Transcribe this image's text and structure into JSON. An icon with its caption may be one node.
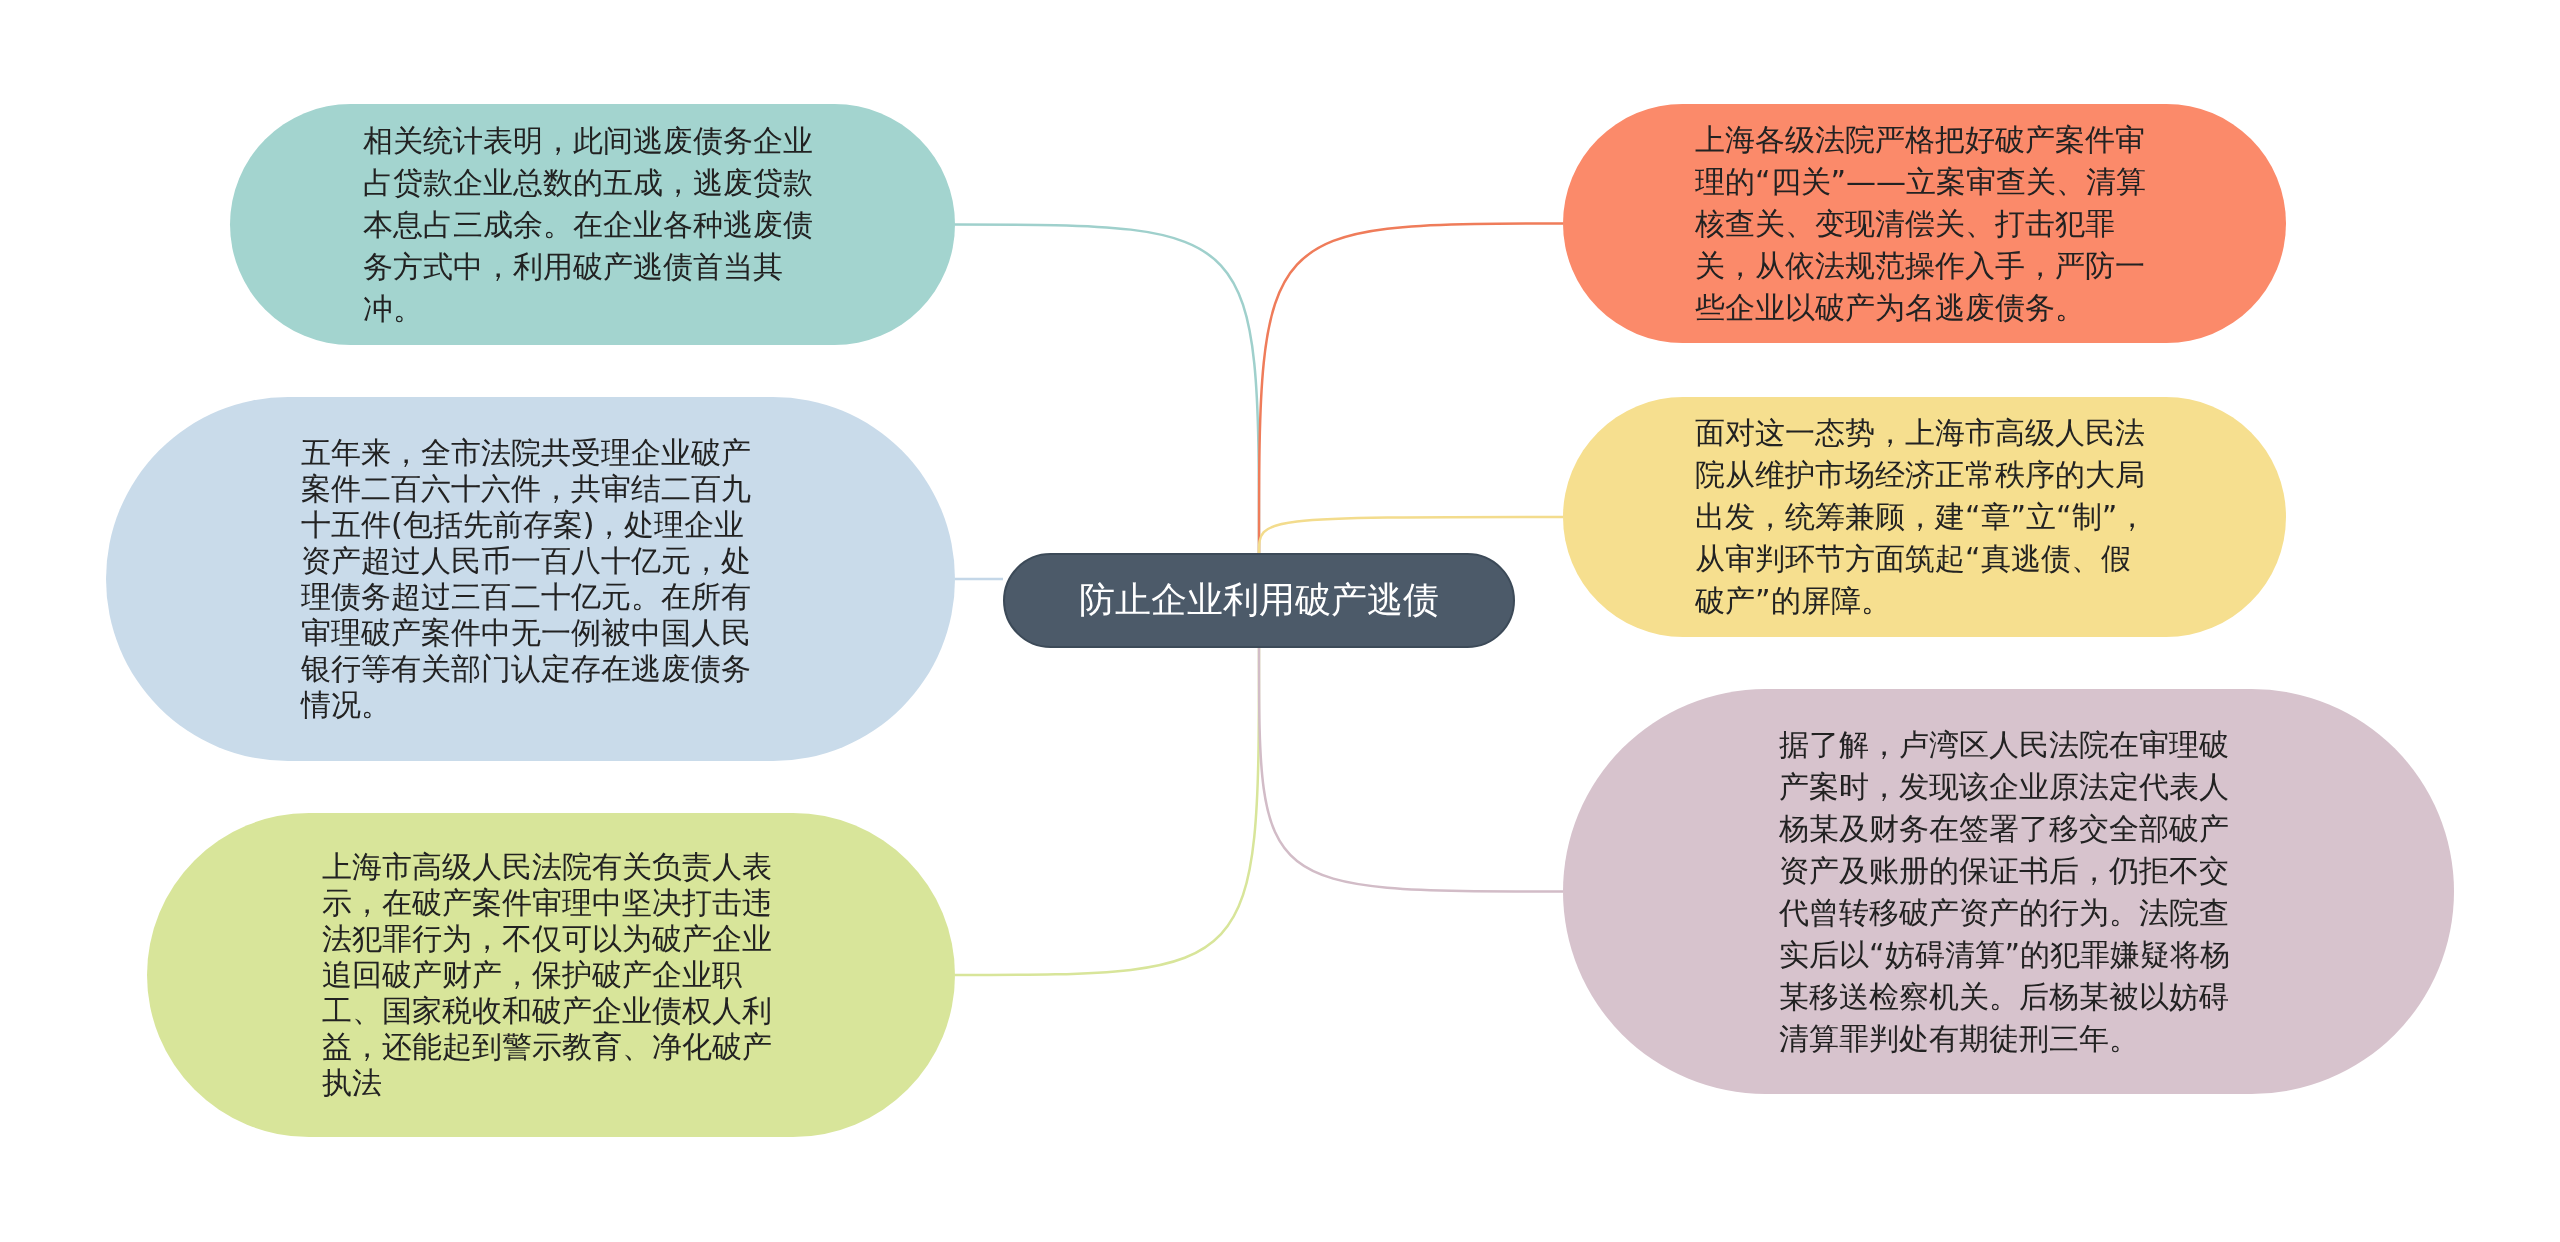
{
  "diagram": {
    "nodes": [
      {
        "text": [
          "防止企业利用破产逃债"
        ]
      },
      {
        "text": [
          "相关统计表明，此间逃废债务企业占贷款企业总数的五成，逃废贷款本息占三成余。在企业各种逃废债务方式中，利用破产逃债首当其冲。"
        ]
      },
      {
        "text": [
          "五年来，全市法院共受理企业破产案件二百六十六件，共审结二百九十五件(包括先前存案)，处理企业资产超过人民币一百八十亿元，处理债务超过三百二十亿元。在所有审理破产案件中无一例被中国人民银行等有关部门认定存在逃废债务情况。"
        ]
      },
      {
        "text": [
          "上海市高级人民法院有关负责人表示，在破产案件审理中坚决打击违法犯罪行为，不仅可以为破产企业追回破产财产，保护破产企业职工、国家税收和破产企业债权人利益，还能起到警示教育、净化破产执法"
        ]
      },
      {
        "text": [
          "上海各级法院严格把好破产案件审理的“四关”——立案审查关、清算核查关、变现清偿关、打击犯罪关，从依法规范操作入手，严防一些企业以破产为名逃废债务。"
        ]
      },
      {
        "text": [
          "面对这一态势，上海市高级人民法院从维护市场经济正常秩序的大局出发，统筹兼顾，建“章”立“制”，从审判环节方面筑起“真逃债、假破产”的屏障。"
        ]
      },
      {
        "text": [
          "据了解，卢湾区人民法院在审理破产案时，发现该企业原法定代表人杨某及财务在签署了移交全部破产资产及账册的保证书后，仍拒不交代曾转移破产资产的行为。法院查实后以“妨碍清算”的犯罪嫌疑将杨某移送检察机关。后杨某被以妨碍清算罪判处有期徒刑三年。"
        ]
      }
    ],
    "edges": [
      {
        "from": 0,
        "to": 1,
        "arrow": "none",
        "color": "#9fd0cc"
      },
      {
        "from": 0,
        "to": 2,
        "arrow": "none",
        "color": "#c4d7e8"
      },
      {
        "from": 0,
        "to": 3,
        "arrow": "none",
        "color": "#d8e59a"
      },
      {
        "from": 0,
        "to": 4,
        "arrow": "none",
        "color": "#ef7c5a"
      },
      {
        "from": 0,
        "to": 5,
        "arrow": "none",
        "color": "#f3dc8d"
      },
      {
        "from": 0,
        "to": 6,
        "arrow": "none",
        "color": "#d2bcc7"
      }
    ]
  }
}
